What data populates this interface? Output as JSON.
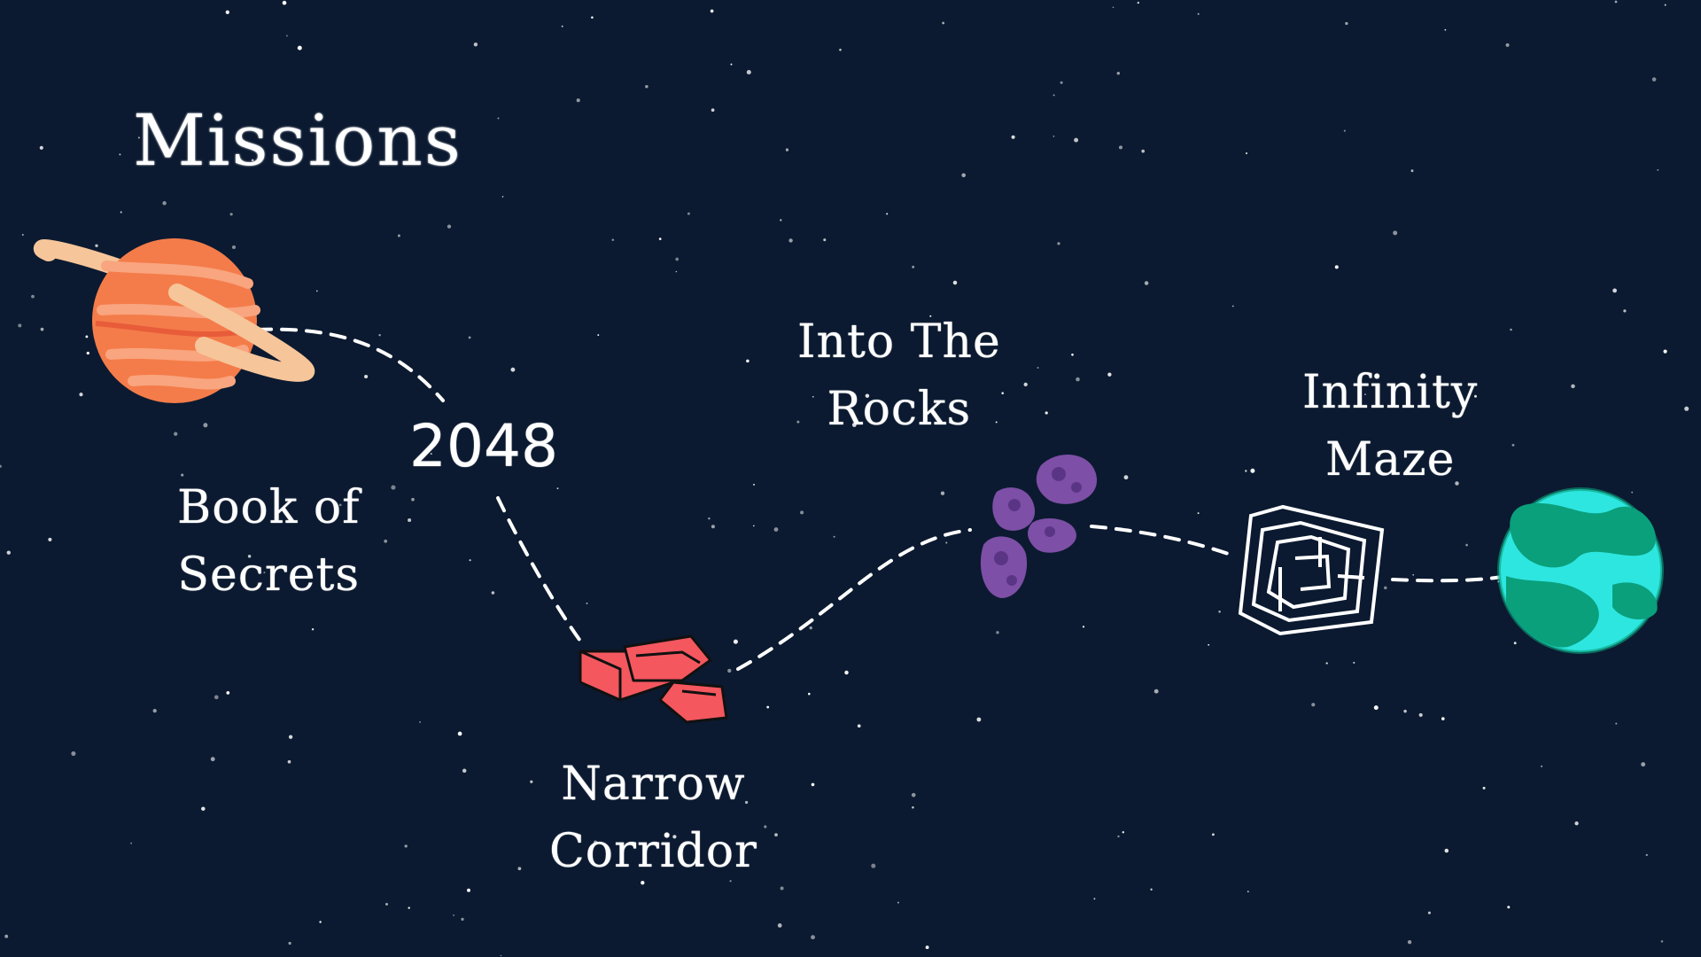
{
  "title": "Missions",
  "missions": [
    {
      "label": "Book of\nSecrets",
      "icon": "ringed-planet-icon"
    },
    {
      "label": "2048",
      "icon": null
    },
    {
      "label": "Narrow\nCorridor",
      "icon": "bricks-icon"
    },
    {
      "label": "Into The\nRocks",
      "icon": "asteroids-icon"
    },
    {
      "label": "Infinity\nMaze",
      "icon": "maze-icon"
    },
    {
      "label": "",
      "icon": "earth-planet-icon"
    }
  ],
  "colors": {
    "background": "#0b1a30",
    "planet": "#f47c4a",
    "ring": "#f6c59a",
    "bricks": "#f4575e",
    "asteroids": "#7d4fa6",
    "earth_water": "#2ee6e0",
    "earth_land": "#0aa07c",
    "path": "#ffffff"
  }
}
